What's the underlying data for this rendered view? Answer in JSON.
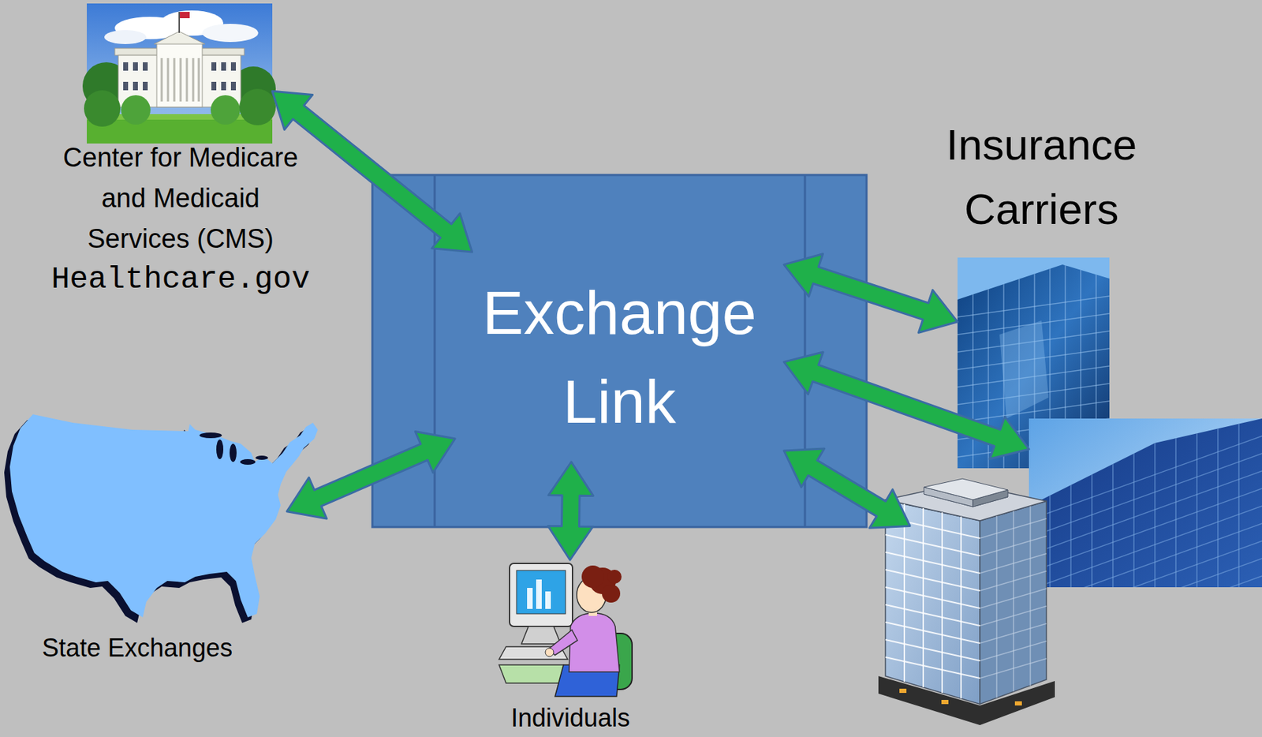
{
  "diagram": {
    "nodes": [
      {
        "text": [
          "Center for Medicare and Medicaid Services (CMS)",
          "Healthcare.gov"
        ]
      },
      {
        "text": [
          "Insurance Carriers"
        ]
      },
      {
        "text": [
          "Exchange Link"
        ]
      },
      {
        "text": [
          "State Exchanges"
        ]
      },
      {
        "text": [
          "Individuals"
        ]
      }
    ],
    "edges": [
      {
        "from": 0,
        "to": 2,
        "arrow": "both"
      },
      {
        "from": 1,
        "to": 2,
        "arrow": "both"
      },
      {
        "from": 1,
        "to": 2,
        "arrow": "both"
      },
      {
        "from": 1,
        "to": 2,
        "arrow": "both"
      },
      {
        "from": 3,
        "to": 2,
        "arrow": "both"
      },
      {
        "from": 4,
        "to": 2,
        "arrow": "both"
      }
    ]
  }
}
